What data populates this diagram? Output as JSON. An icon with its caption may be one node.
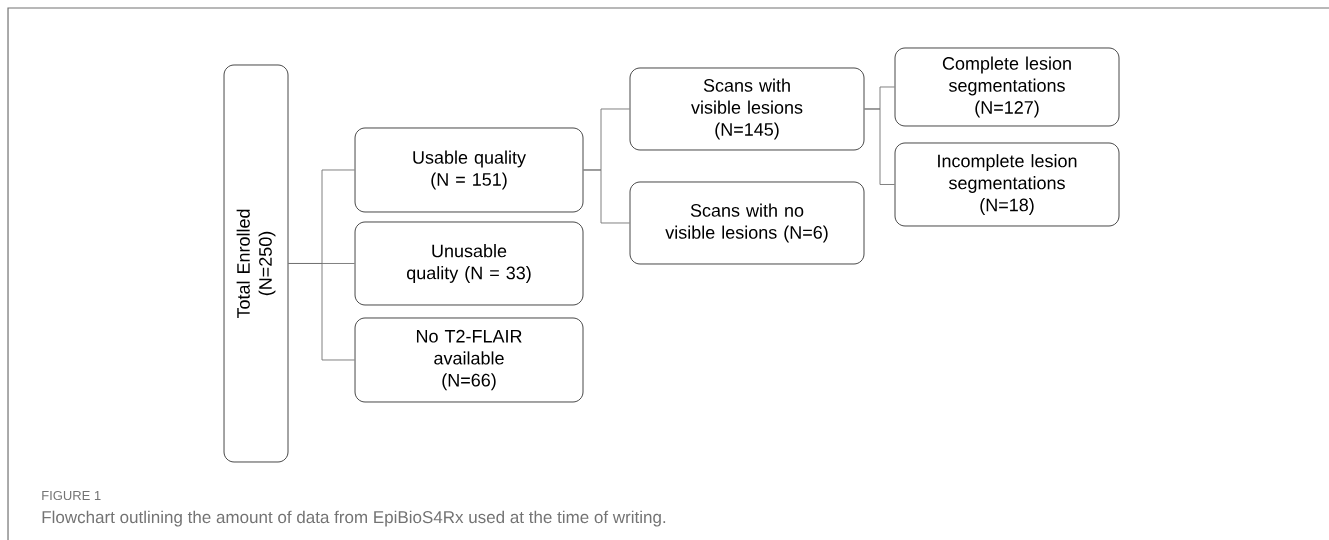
{
  "diagram": {
    "caption": "Flowchart outlining the amount of data from EpiBioS4Rx used at the time of writing.",
    "nodes": [
      {
        "text": [
          "Total Enrolled (N=250)"
        ]
      },
      {
        "text": [
          "Usable quality (N = 151)"
        ]
      },
      {
        "text": [
          "Unusable quality (N = 33)"
        ]
      },
      {
        "text": [
          "No T2-FLAIR available (N=66)"
        ]
      },
      {
        "text": [
          "Scans with visible lesions (N=145)"
        ]
      },
      {
        "text": [
          "Scans with no visible lesions (N=6)"
        ]
      },
      {
        "text": [
          "Complete lesion segmentations (N=127)"
        ]
      },
      {
        "text": [
          "Incomplete lesion segmentations (N=18)"
        ]
      }
    ],
    "edges": [
      {
        "from": 0,
        "to": 1,
        "arrow": "none"
      },
      {
        "from": 0,
        "to": 2,
        "arrow": "none"
      },
      {
        "from": 0,
        "to": 3,
        "arrow": "none"
      },
      {
        "from": 1,
        "to": 4,
        "arrow": "none"
      },
      {
        "from": 1,
        "to": 5,
        "arrow": "none"
      },
      {
        "from": 4,
        "to": 6,
        "arrow": "none"
      },
      {
        "from": 4,
        "to": 7,
        "arrow": "none"
      }
    ],
    "labels": [
      "FIGURE 1"
    ]
  }
}
